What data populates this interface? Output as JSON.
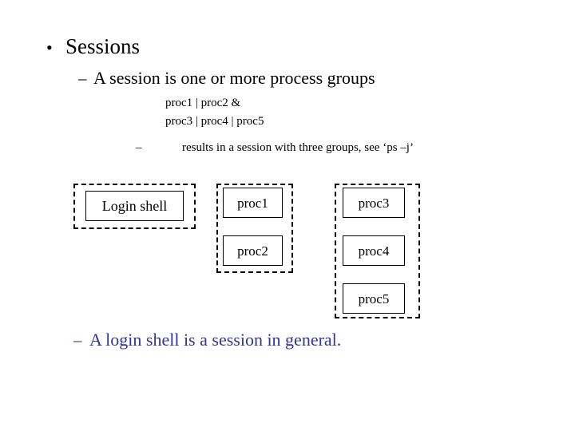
{
  "slide": {
    "background_color": "#ffffff",
    "text_color": "#000000",
    "accent_color": "#333399"
  },
  "outline": {
    "level1": {
      "marker": "•",
      "text": "Sessions"
    },
    "level2": {
      "marker": "–",
      "text": "A session is one or more process groups"
    },
    "code_lines": [
      "proc1 | proc2 &",
      "proc3 | proc4 | proc5"
    ],
    "level3": {
      "marker": "–",
      "text": "results in a session with three groups, see ‘ps –j’"
    },
    "level2_last": {
      "marker": "–",
      "text": "A login shell is a session in general.",
      "color": "#333399"
    }
  },
  "diagram": {
    "groups": [
      {
        "name": "login-shell-group",
        "border_style": "dashed",
        "processes": [
          {
            "label": "Login shell"
          }
        ]
      },
      {
        "name": "process-group-a",
        "border_style": "dashed",
        "processes": [
          {
            "label": "proc1"
          },
          {
            "label": "proc2"
          }
        ]
      },
      {
        "name": "process-group-b",
        "border_style": "dashed",
        "processes": [
          {
            "label": "proc3"
          },
          {
            "label": "proc4"
          },
          {
            "label": "proc5"
          }
        ]
      }
    ]
  }
}
